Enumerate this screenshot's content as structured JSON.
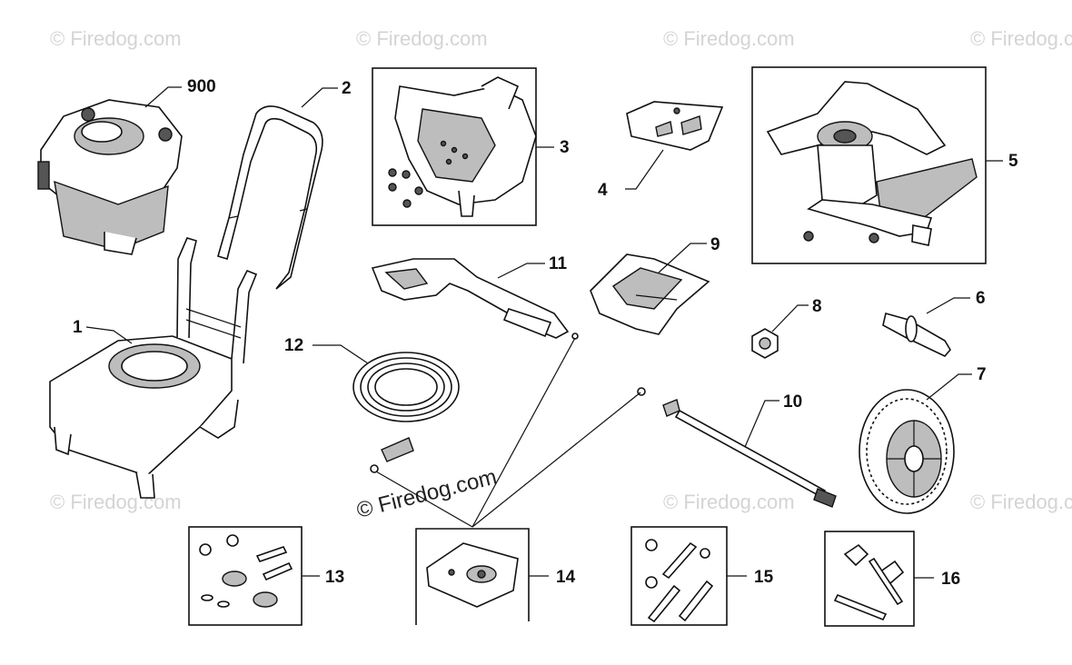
{
  "watermark": "© Firedog.com",
  "callouts": {
    "c900": "900",
    "c1": "1",
    "c2": "2",
    "c3": "3",
    "c4": "4",
    "c5": "5",
    "c6": "6",
    "c7": "7",
    "c8": "8",
    "c9": "9",
    "c10": "10",
    "c11": "11",
    "c12": "12",
    "c13": "13",
    "c14": "14",
    "c15": "15",
    "c16": "16"
  }
}
